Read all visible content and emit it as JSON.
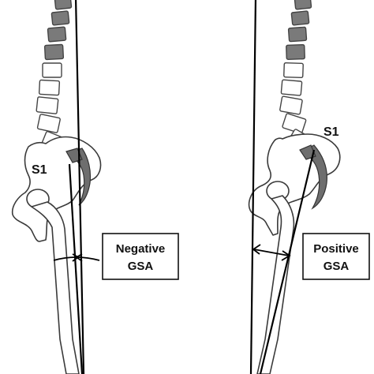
{
  "left_panel": {
    "vertebra_label": "S1",
    "angle_box": {
      "line1": "Negative",
      "line2": "GSA"
    }
  },
  "right_panel": {
    "vertebra_label": "S1",
    "angle_box": {
      "line1": "Positive",
      "line2": "GSA"
    }
  },
  "colors": {
    "background": "#ffffff",
    "dark_vertebra": "#7a7a7a",
    "outline": "#3a3a3a",
    "reference_line": "#000000"
  }
}
